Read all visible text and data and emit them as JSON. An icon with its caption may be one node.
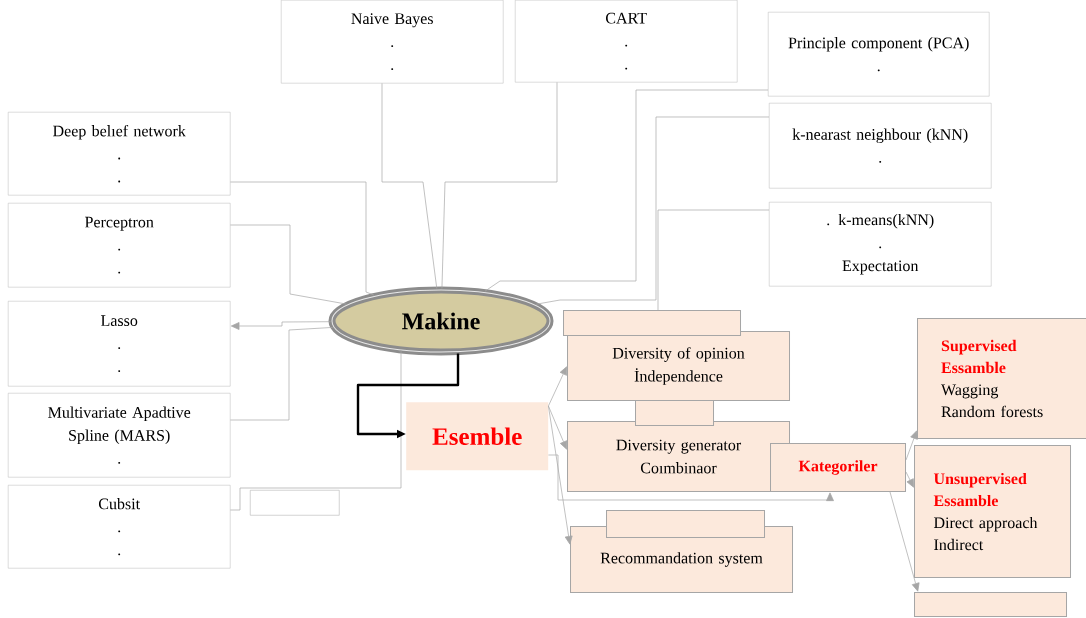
{
  "diagram": {
    "nodes": [
      {
        "text": [
          "Naive Bayes",
          ".",
          "."
        ]
      },
      {
        "text": [
          "CART",
          ".",
          "."
        ]
      },
      {
        "text": [
          "Principle component (PCA)",
          "."
        ]
      },
      {
        "text": [
          "Deep belıef network",
          ".",
          "."
        ]
      },
      {
        "text": [
          "k-nearast neighbour (kNN)",
          "."
        ]
      },
      {
        "text": [
          "Perceptron",
          ".",
          "."
        ]
      },
      {
        "text": [
          ". k-means(kNN)",
          ".",
          "Expectation"
        ]
      },
      {
        "text": [
          "Makine"
        ]
      },
      {
        "text": [
          "Lasso",
          ".",
          "."
        ]
      },
      {
        "text": [],
        "shape": "box"
      },
      {
        "text": [
          "Diversity of opinion",
          "İndependence"
        ]
      },
      {
        "text": [
          "Supervised Essamble",
          "Wagging",
          "Random forests"
        ]
      },
      {
        "text": [
          "Multivariate Apadtive Spline (MARS)",
          "."
        ]
      },
      {
        "text": [],
        "shape": "box"
      },
      {
        "text": [
          "Esemble"
        ]
      },
      {
        "text": [
          "Diversity generator",
          "Coımbinaor"
        ]
      },
      {
        "text": [
          "Kategoriler"
        ]
      },
      {
        "text": [
          "Unsupervised Essamble",
          "Direct approach",
          "Indirect"
        ]
      },
      {
        "text": [
          "Cubsit",
          ".",
          "."
        ]
      },
      {
        "text": [],
        "shape": "box"
      },
      {
        "text": [],
        "shape": "box"
      },
      {
        "text": [
          "Recommandation system"
        ]
      },
      {
        "text": [],
        "shape": "box"
      }
    ],
    "edges": [
      {
        "from": 0,
        "to": 7,
        "arrow": "none"
      },
      {
        "from": 1,
        "to": 7,
        "arrow": "none"
      },
      {
        "from": 2,
        "to": 7,
        "arrow": "none"
      },
      {
        "from": 4,
        "to": 7,
        "arrow": "none"
      },
      {
        "from": 6,
        "to": 9,
        "arrow": "none"
      },
      {
        "from": 3,
        "to": 7,
        "arrow": "none"
      },
      {
        "from": 5,
        "to": 7,
        "arrow": "none"
      },
      {
        "from": 7,
        "to": 8,
        "arrow": "to"
      },
      {
        "from": 12,
        "to": 7,
        "arrow": "none"
      },
      {
        "from": 18,
        "to": 7,
        "arrow": "none"
      },
      {
        "from": 7,
        "to": 14,
        "arrow": "to",
        "style": "thick",
        "color": "#000000"
      },
      {
        "from": 14,
        "to": 10,
        "arrow": "to"
      },
      {
        "from": 14,
        "to": 15,
        "arrow": "to"
      },
      {
        "from": 14,
        "to": 16,
        "arrow": "to"
      },
      {
        "from": 14,
        "to": 21,
        "arrow": "to"
      },
      {
        "from": 16,
        "to": 11,
        "arrow": "to"
      },
      {
        "from": 16,
        "to": 17,
        "arrow": "to"
      },
      {
        "from": 16,
        "to": 22,
        "arrow": "to"
      }
    ]
  }
}
